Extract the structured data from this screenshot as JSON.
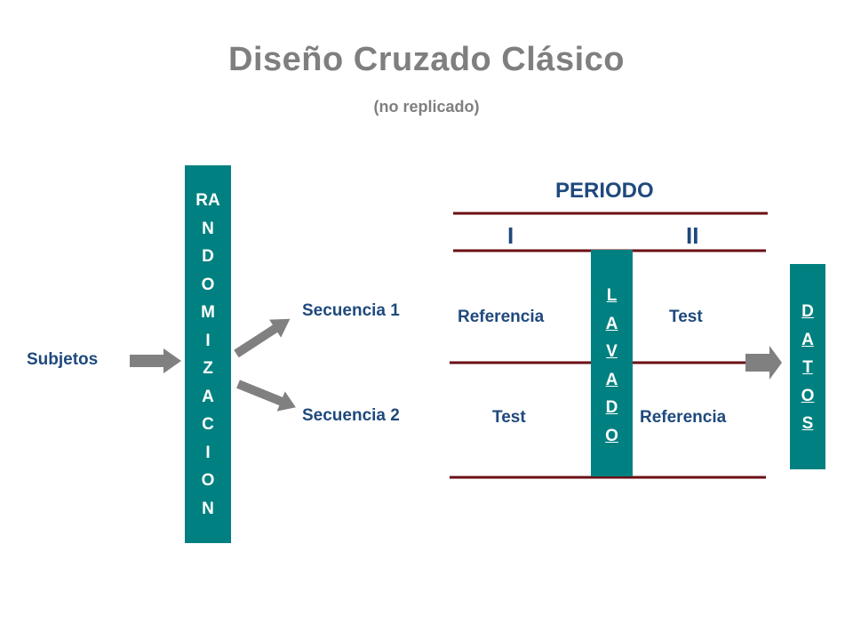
{
  "title": "Diseño Cruzado Clásico",
  "subtitle": "(no replicado)",
  "subjects_label": "Subjetos",
  "randomization": [
    "RA",
    "N",
    "D",
    "O",
    "M",
    "I",
    "Z",
    "A",
    "C",
    "I",
    "O",
    "N"
  ],
  "sequences": [
    "Secuencia 1",
    "Secuencia 2"
  ],
  "period_header": "PERIODO",
  "periods": [
    "I",
    "II"
  ],
  "washout": [
    "L",
    "A",
    "V",
    "A",
    "D",
    "O"
  ],
  "data_box": [
    "D",
    "A",
    "T",
    "O",
    "S"
  ],
  "grid": {
    "row1": {
      "period1": "Referencia",
      "period2": "Test"
    },
    "row2": {
      "period1": "Test",
      "period2": "Referencia"
    }
  },
  "colors": {
    "title": "#7f7f7f",
    "text": "#1f497d",
    "box": "#008080",
    "line": "#6b0f14",
    "arrow": "#808080"
  }
}
